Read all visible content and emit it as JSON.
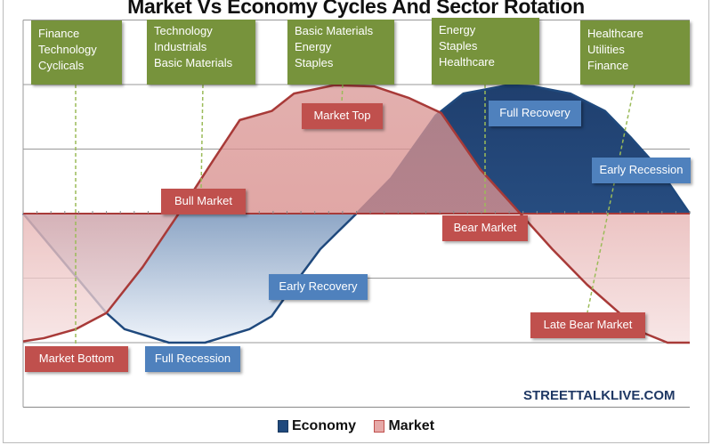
{
  "chart_data": {
    "type": "area",
    "title": "Market Vs Economy Cycles And Sector Rotation",
    "xlabel": "",
    "ylabel": "",
    "xlim": [
      0,
      48
    ],
    "ylim": [
      -3,
      3
    ],
    "grid": true,
    "legend_position": "bottom",
    "series": [
      {
        "name": "Economy",
        "color": "#1f497d",
        "x": [
          0,
          6,
          7.3,
          10.5,
          13.1,
          16.3,
          17.9,
          19.5,
          21.4,
          24,
          26.5,
          29.7,
          31.7,
          34.9,
          36.8,
          39.4,
          41.9,
          43.8,
          45.8,
          48
        ],
        "y": [
          0,
          -1.54,
          -1.79,
          -2,
          -2,
          -1.79,
          -1.59,
          -1.1,
          -0.55,
          0,
          0.55,
          1.52,
          1.86,
          1.99,
          1.97,
          1.86,
          1.59,
          1.17,
          0.69,
          0
        ]
      },
      {
        "name": "Market",
        "color": "#c0504d",
        "x": [
          0,
          1.5,
          3.8,
          6,
          8.6,
          11.2,
          13.7,
          15.6,
          17.9,
          19.5,
          22.4,
          25.3,
          27.8,
          30.1,
          32.9,
          35.8,
          38.1,
          40.6,
          43.2,
          44.8,
          46.4,
          48
        ],
        "y": [
          -1.98,
          -1.93,
          -1.79,
          -1.54,
          -0.83,
          0,
          0.83,
          1.45,
          1.59,
          1.86,
          1.99,
          1.97,
          1.79,
          1.56,
          0.69,
          0,
          -0.55,
          -1.1,
          -1.59,
          -1.86,
          -2,
          -2
        ]
      }
    ],
    "sector_boxes": [
      {
        "lines": [
          "Finance",
          "Technology",
          "Cyclicals"
        ]
      },
      {
        "lines": [
          "Technology",
          "Industrials",
          "Basic Materials"
        ]
      },
      {
        "lines": [
          "Basic Materials",
          "Energy",
          "Staples"
        ]
      },
      {
        "lines": [
          "Energy",
          "Staples",
          "Healthcare"
        ]
      },
      {
        "lines": [
          "Healthcare",
          "Utilities",
          "Finance"
        ]
      }
    ],
    "market_labels": [
      "Bull Market",
      "Market Top",
      "Bear Market",
      "Late Bear Market",
      "Market Bottom"
    ],
    "economy_labels": [
      "Full Recession",
      "Early Recovery",
      "Full Recovery",
      "Early Recession"
    ],
    "watermark": "STREETTALKLIVE.COM",
    "legend": [
      "Economy",
      "Market"
    ]
  }
}
